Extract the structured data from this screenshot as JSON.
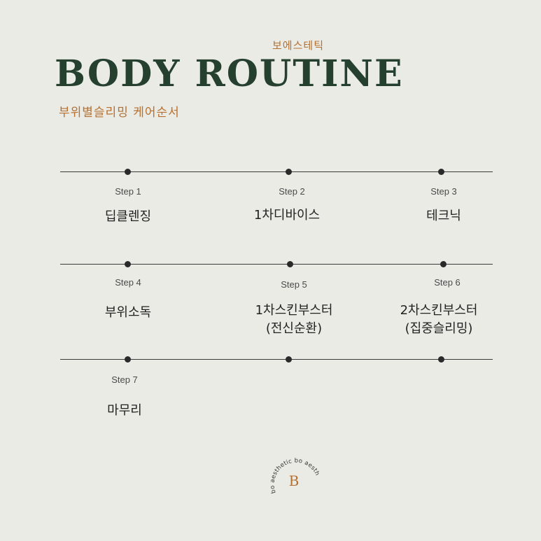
{
  "header": {
    "brand_small": "보에스테틱",
    "title": "BODY ROUTINE",
    "subtitle": "부위별슬리밍 케어순서"
  },
  "steps": [
    {
      "label": "Step 1",
      "name": "딥클렌징",
      "sub": ""
    },
    {
      "label": "Step 2",
      "name": "1차디바이스",
      "sub": ""
    },
    {
      "label": "Step 3",
      "name": "테크닉",
      "sub": ""
    },
    {
      "label": "Step 4",
      "name": "부위소독",
      "sub": ""
    },
    {
      "label": "Step 5",
      "name": "1차스킨부스터",
      "sub": "(전신순환)"
    },
    {
      "label": "Step 6",
      "name": "2차스킨부스터",
      "sub": "(집중슬리밍)"
    },
    {
      "label": "Step 7",
      "name": "마무리",
      "sub": ""
    }
  ],
  "logo": {
    "ring_text": "bo aesthetic bo aesthetic",
    "letter": "B"
  },
  "colors": {
    "background": "#ebebe6",
    "title": "#26402f",
    "accent": "#b5702f"
  }
}
